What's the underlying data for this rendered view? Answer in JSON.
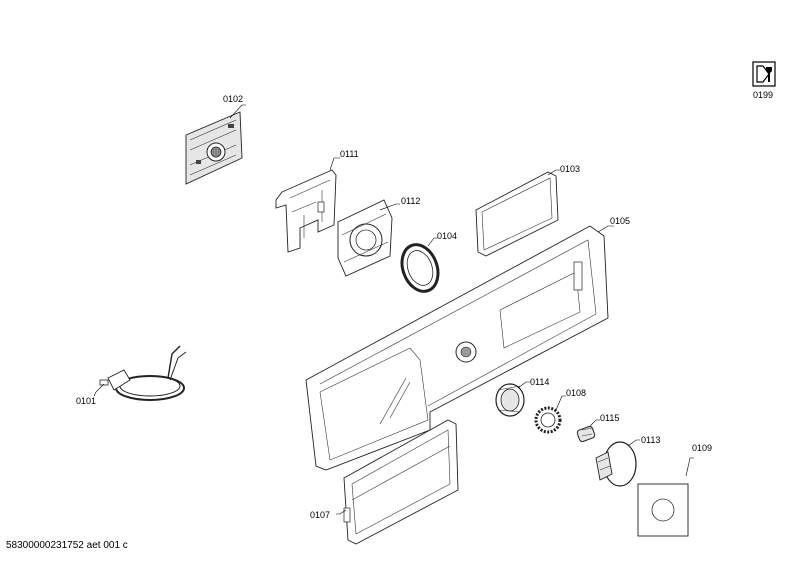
{
  "labels": {
    "p0102": "0102",
    "p0111": "0111",
    "p0112": "0112",
    "p0104": "0104",
    "p0103": "0103",
    "p0105": "0105",
    "p0101": "0101",
    "p0114": "0114",
    "p0108": "0108",
    "p0115": "0115",
    "p0113": "0113",
    "p0109": "0109",
    "p0107": "0107",
    "p0199": "0199"
  },
  "footer": "58300000231752 aet 001 c",
  "icons": {
    "service": "wrench-icon"
  }
}
